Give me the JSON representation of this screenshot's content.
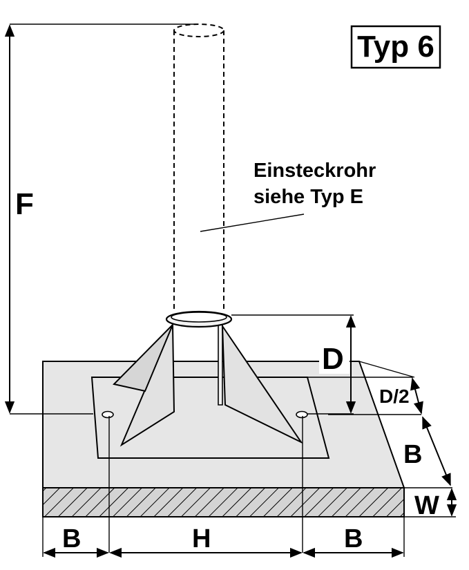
{
  "badge": {
    "text": "Typ 6"
  },
  "labels": {
    "F": "F",
    "D": "D",
    "D_half": "D/2",
    "B_right": "B",
    "W": "W",
    "B_left": "B",
    "H": "H",
    "B_bottom_right": "B"
  },
  "note": {
    "line1": "Einsteckrohr",
    "line2": "siehe Typ E"
  }
}
